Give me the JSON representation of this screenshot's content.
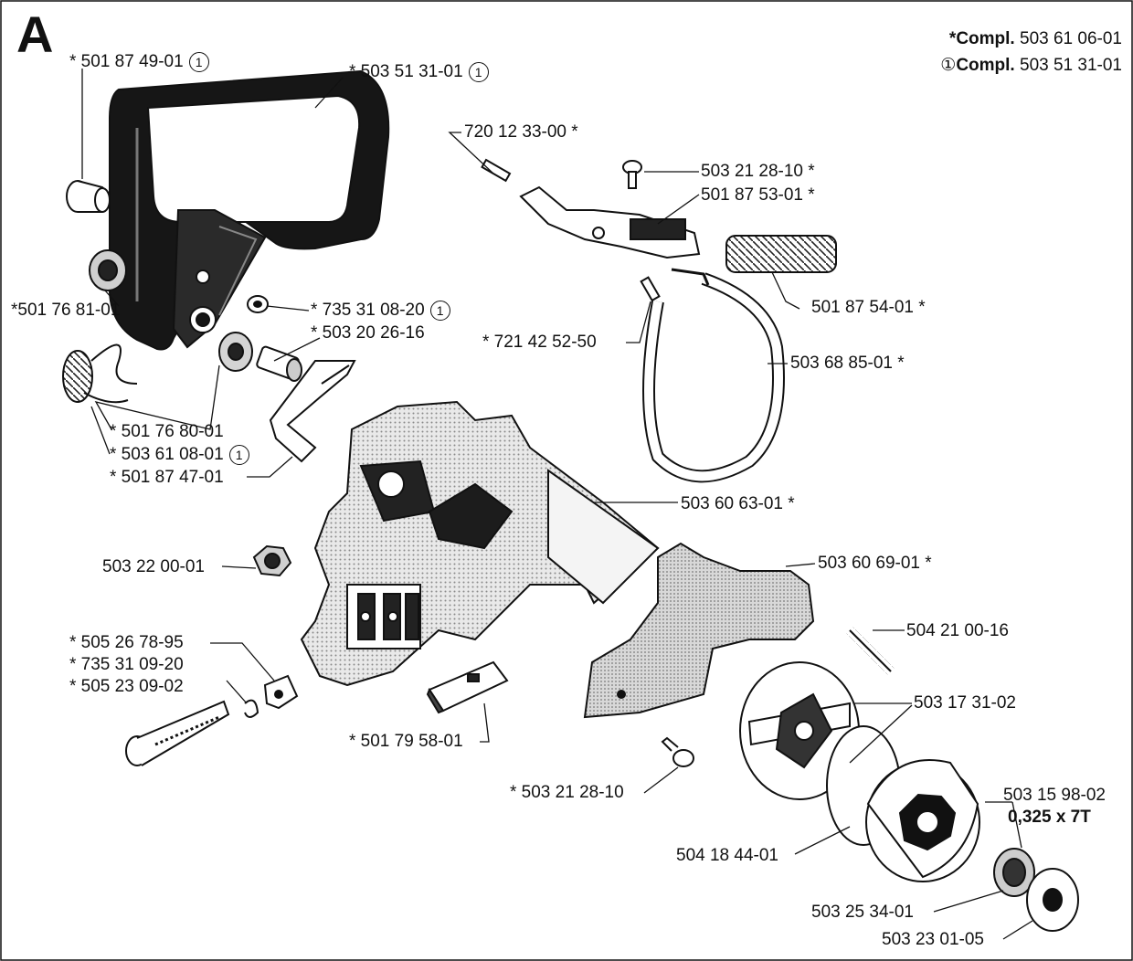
{
  "section_letter": "A",
  "kits": [
    {
      "prefix": "*",
      "label": "Compl.",
      "number": "503 61 06-01"
    },
    {
      "prefix": "①",
      "label": "Compl.",
      "number": "503 51 31-01"
    }
  ],
  "colors": {
    "ink": "#111111",
    "shade": "#555555",
    "paper": "#ffffff"
  },
  "labels": {
    "p_501_87_49_01": {
      "text": "* 501 87 49-01",
      "circle": "1"
    },
    "p_503_51_31_01": {
      "text": "* 503 51 31-01",
      "circle": "1"
    },
    "p_720_12_33_00": {
      "text": "720 12 33-00 *"
    },
    "p_503_21_28_10_top": {
      "text": "503 21 28-10 *"
    },
    "p_501_87_53_01": {
      "text": "501 87 53-01 *"
    },
    "p_501_76_81_01": {
      "text": "*501 76 81-01"
    },
    "p_735_31_08_20": {
      "text": "* 735 31 08-20",
      "circle": "1"
    },
    "p_503_20_26_16": {
      "text": "* 503 20 26-16"
    },
    "p_501_87_54_01": {
      "text": "501 87 54-01 *"
    },
    "p_721_42_52_50": {
      "text": "* 721 42 52-50"
    },
    "p_503_68_85_01": {
      "text": "503 68 85-01 *"
    },
    "p_501_76_80_01": {
      "text": "* 501 76 80-01"
    },
    "p_503_61_08_01": {
      "text": "* 503 61 08-01",
      "circle": "1"
    },
    "p_501_87_47_01": {
      "text": "* 501 87 47-01"
    },
    "p_503_60_63_01": {
      "text": "503 60 63-01 *"
    },
    "p_503_22_00_01": {
      "text": "503 22 00-01"
    },
    "p_503_60_69_01": {
      "text": "503 60 69-01 *"
    },
    "p_505_26_78_95": {
      "text": "* 505 26 78-95"
    },
    "p_735_31_09_20": {
      "text": "* 735 31 09-20"
    },
    "p_505_23_09_02": {
      "text": "* 505 23 09-02"
    },
    "p_504_21_00_16": {
      "text": "504 21 00-16"
    },
    "p_503_17_31_02": {
      "text": "503 17 31-02"
    },
    "p_501_79_58_01": {
      "text": "* 501 79 58-01"
    },
    "p_503_21_28_10_bottom": {
      "text": "* 503 21 28-10"
    },
    "p_503_15_98_02": {
      "text": "503 15 98-02"
    },
    "p_sprocket_spec": {
      "text": "0,325 x 7T"
    },
    "p_504_18_44_01": {
      "text": "504 18 44-01"
    },
    "p_503_25_34_01": {
      "text": "503 25 34-01"
    },
    "p_503_23_01_05": {
      "text": "503 23 01-05"
    }
  }
}
